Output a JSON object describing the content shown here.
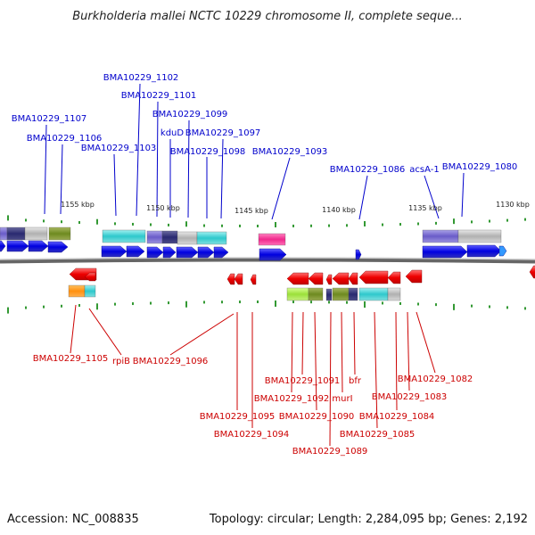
{
  "title": "Burkholderia mallei NCTC 10229 chromosome II, complete seque...",
  "accession": "Accession: NC_008835",
  "summary": "Topology: circular; Length: 2,284,095 bp; Genes: 2,192",
  "ticks": [
    "1155 kbp",
    "1150 kbp",
    "1145 kbp",
    "1140 kbp",
    "1135 kbp",
    "1130 kbp"
  ],
  "top_labels": [
    "BMA10229_1102",
    "BMA10229_1101",
    "BMA10229_1107",
    "BMA10229_1099",
    "BMA10229_1106",
    "kduD",
    "BMA10229_1097",
    "BMA10229_1103",
    "BMA10229_1098",
    "BMA10229_1093",
    "BMA10229_1086",
    "acsA-1",
    "BMA10229_1080"
  ],
  "bottom_labels": [
    "BMA10229_1105",
    "rpiB",
    "BMA10229_1096",
    "BMA10229_1091",
    "bfr",
    "BMA10229_1092",
    "murI",
    "BMA10229_1082",
    "BMA10229_1083",
    "BMA10229_1095",
    "BMA10229_1090",
    "BMA10229_1084",
    "BMA10229_1094",
    "BMA10229_1085",
    "BMA10229_1089"
  ],
  "colors": {
    "forward_gene": "#0000ee",
    "reverse_gene": "#ee0000",
    "backbone": "#888888",
    "tick": "#339933",
    "top_label": "#0000cc",
    "bottom_label": "#cc0000"
  }
}
